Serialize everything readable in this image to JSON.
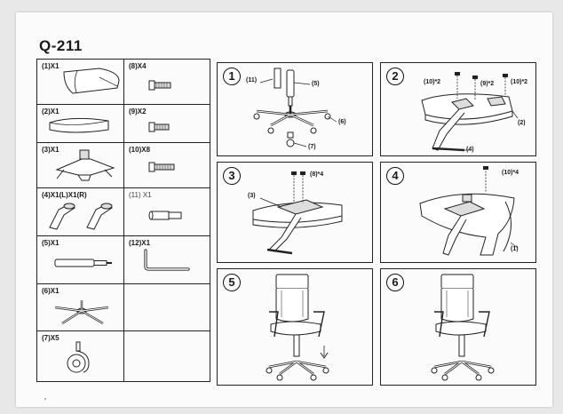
{
  "model": "Q-211",
  "parts": [
    {
      "label": "(1)X1",
      "icon": "seat-back-icon"
    },
    {
      "label": "(8)X4",
      "icon": "bolt-icon"
    },
    {
      "label": "(2)X1",
      "icon": "seat-cushion-icon"
    },
    {
      "label": "(9)X2",
      "icon": "bolt-icon"
    },
    {
      "label": "(3)X1",
      "icon": "tilt-mechanism-icon"
    },
    {
      "label": "(10)X8",
      "icon": "bolt-icon"
    },
    {
      "label": "(4)X1(L)X1(R)",
      "icon": "armrest-icon"
    },
    {
      "label": "(11) X1",
      "icon": "gas-cover-icon"
    },
    {
      "label": "(5)X1",
      "icon": "gas-lift-icon"
    },
    {
      "label": "(12)X1",
      "icon": "allen-key-icon"
    },
    {
      "label": "(6)X1",
      "icon": "star-base-icon"
    },
    {
      "label": "(7)X5",
      "icon": "caster-icon"
    }
  ],
  "steps": [
    {
      "number": "1",
      "callouts": [
        "(11)",
        "(5)",
        "(6)",
        "(7)"
      ]
    },
    {
      "number": "2",
      "callouts": [
        "(10)*2",
        "(9)*2",
        "(10)*2",
        "(2)",
        "(4)"
      ]
    },
    {
      "number": "3",
      "callouts": [
        "(8)*4",
        "(3)"
      ]
    },
    {
      "number": "4",
      "callouts": [
        "(10)*4",
        "(1)"
      ]
    },
    {
      "number": "5",
      "callouts": []
    },
    {
      "number": "6",
      "callouts": []
    }
  ]
}
